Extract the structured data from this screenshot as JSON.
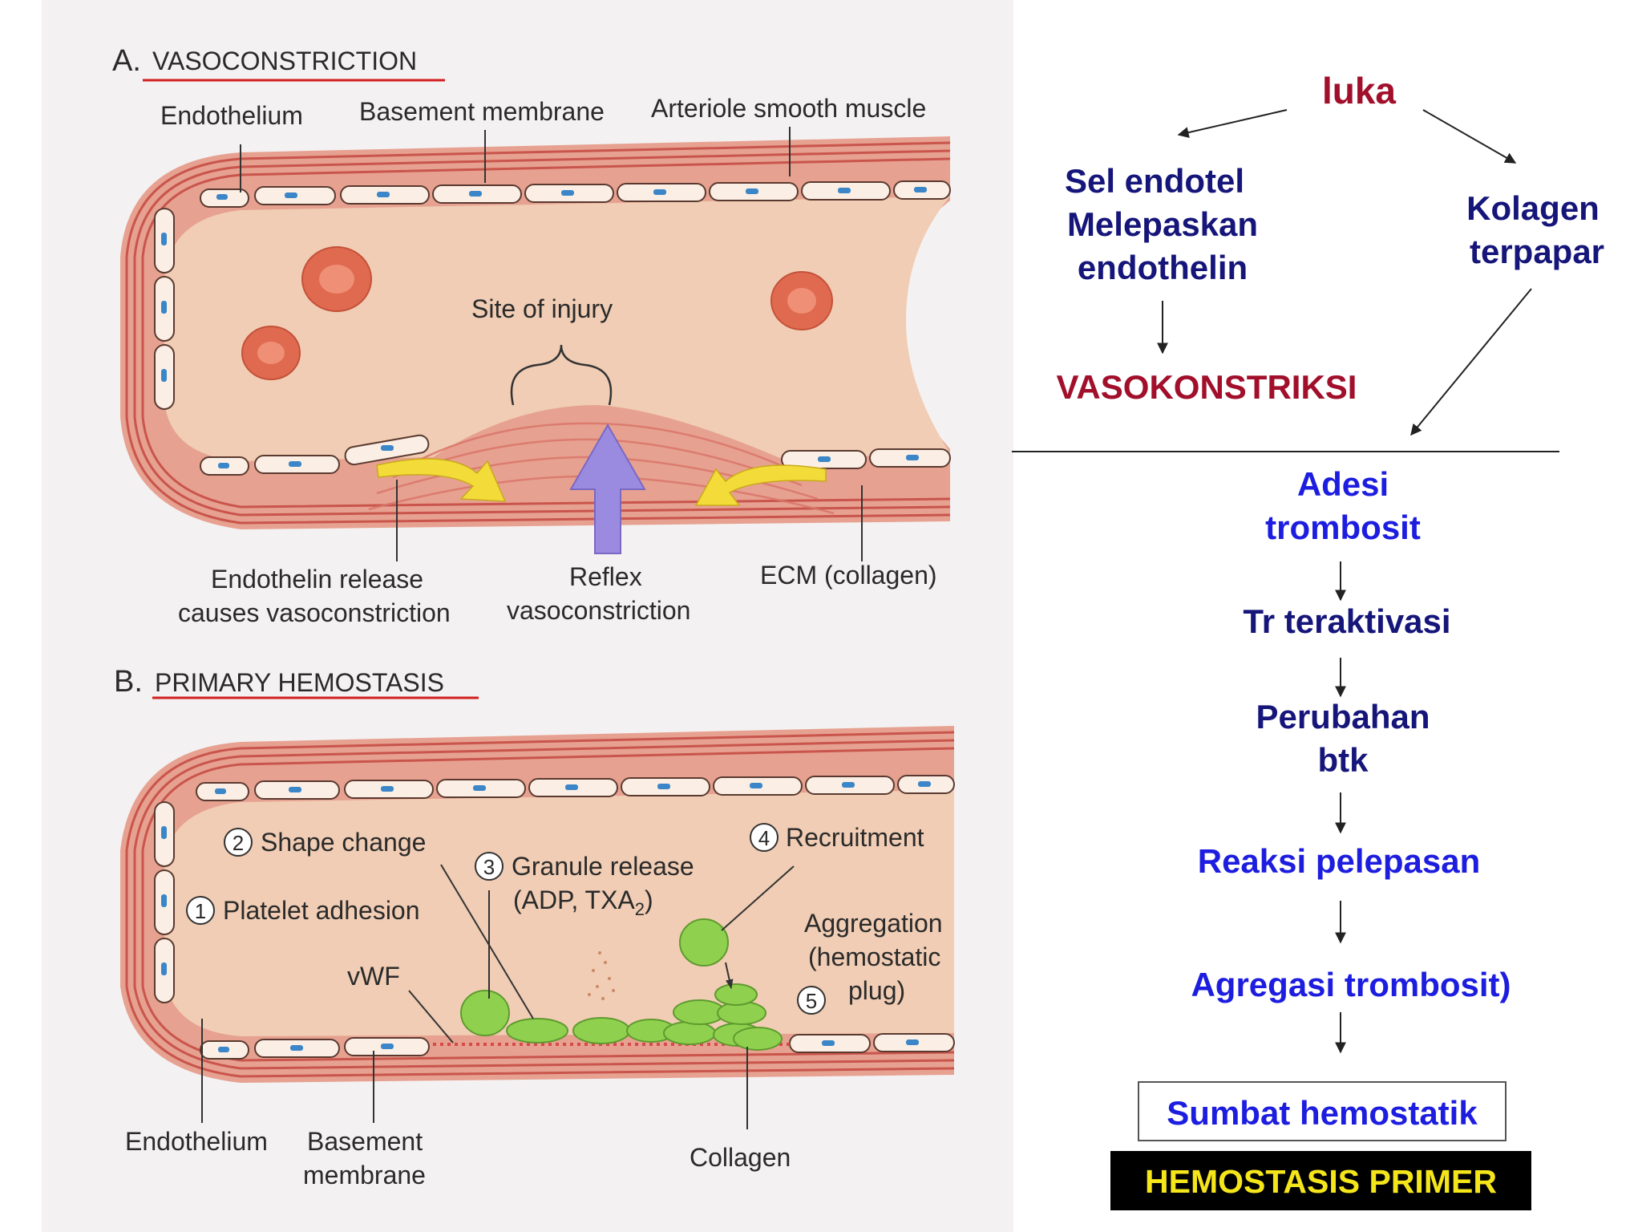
{
  "panel_a": {
    "letter": "A.",
    "title": "VASOCONSTRICTION",
    "labels": {
      "endothelium": "Endothelium",
      "basement": "Basement membrane",
      "smooth_muscle": "Arteriole smooth muscle",
      "site": "Site of injury",
      "endothelin1": "Endothelin release",
      "endothelin2": "causes vasoconstriction",
      "reflex1": "Reflex",
      "reflex2": "vasoconstriction",
      "ecm": "ECM (collagen)"
    }
  },
  "panel_b": {
    "letter": "B.",
    "title": "PRIMARY HEMOSTASIS",
    "labels": {
      "n1": "1",
      "step1": "Platelet adhesion",
      "n2": "2",
      "step2": "Shape change",
      "n3": "3",
      "step3a": "Granule release",
      "step3b": "(ADP, TXA",
      "n4": "4",
      "step4": "Recruitment",
      "n5": "5",
      "step5a": "Aggregation",
      "step5b": "(hemostatic",
      "step5c": "plug)",
      "vwf": "vWF",
      "endothelium": "Endothelium",
      "basement1": "Basement",
      "basement2": "membrane",
      "collagen": "Collagen"
    }
  },
  "flow": {
    "luka": "luka",
    "sel1": "Sel endotel",
    "sel2": "Melepaskan",
    "sel3": "endothelin",
    "kol1": "Kolagen",
    "kol2": "terpapar",
    "vaso": "VASOKONSTRIKSI",
    "adesi1": "Adesi",
    "adesi2": "trombosit",
    "aktivasi": "Tr teraktivasi",
    "perubahan1": "Perubahan",
    "perubahan2": "btk",
    "reaksi": "Reaksi pelepasan",
    "agregasi": "Agregasi trombosit)",
    "sumbat": "Sumbat hemostatik",
    "primer": "HEMOSTASIS PRIMER"
  },
  "colors": {
    "tissue": "#f2d0bd",
    "lumen": "#f0cdb4",
    "muscle": "#d96a5e",
    "cell_fill": "#fbeee4",
    "nucleus": "#3b86c8",
    "rbc": "#e06a4f",
    "platelet": "#8fd14f",
    "yellow_arrow": "#f3dc3a",
    "purple_arrow": "#9b8be0",
    "title_underline": "#d21e1e",
    "navy": "#15157a",
    "blue": "#1d1de0",
    "red": "#a10f2b",
    "badge_bg": "#000000",
    "badge_text": "#f5e51b"
  }
}
